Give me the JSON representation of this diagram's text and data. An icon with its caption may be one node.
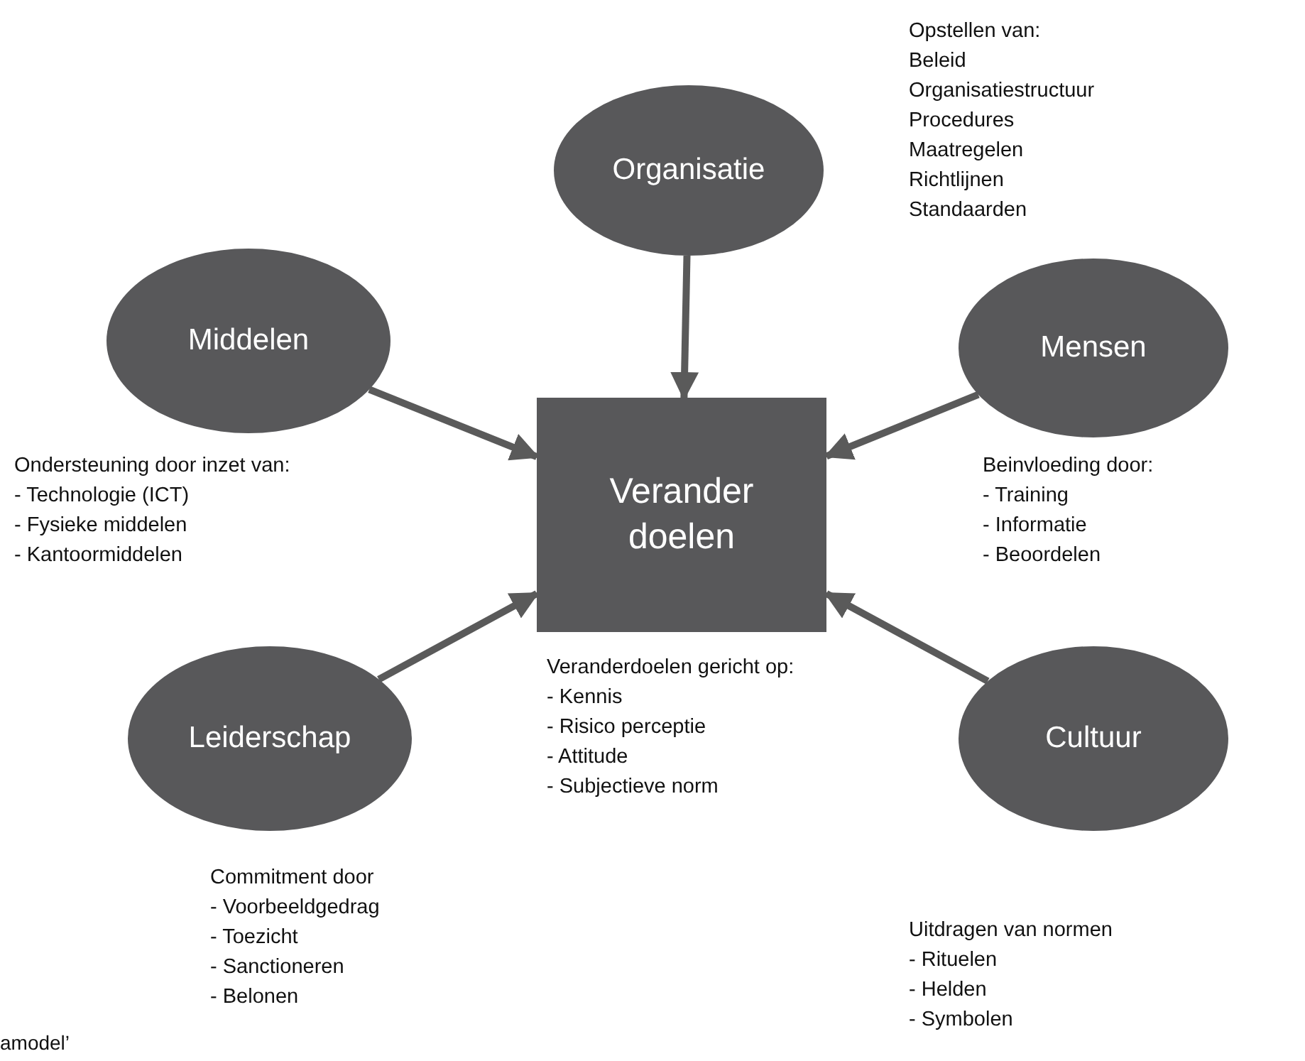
{
  "diagram": {
    "nodes": [
      {
        "text": [
          "Organisatie"
        ],
        "beside": [
          "Opstellen van:",
          "Beleid",
          "Organisatiestructuur",
          "Procedures",
          "Maatregelen",
          "Richtlijnen",
          "Standaarden"
        ]
      },
      {
        "text": [
          "Middelen"
        ],
        "beside": [
          "Ondersteuning door inzet van:",
          "- Technologie (ICT)",
          "- Fysieke middelen",
          "- Kantoormiddelen"
        ]
      },
      {
        "text": [
          "Mensen"
        ],
        "beside": [
          "Beinvloeding door:",
          "- Training",
          "- Informatie",
          "- Beoordelen"
        ]
      },
      {
        "text": [
          "Verander doelen"
        ],
        "beside": [
          "Veranderdoelen gericht op:",
          "- Kennis",
          "- Risico perceptie",
          "- Attitude",
          "- Subjectieve norm"
        ]
      },
      {
        "text": [
          "Leiderschap"
        ],
        "beside": [
          "Commitment door",
          "- Voorbeeldgedrag",
          "- Toezicht",
          "- Sanctioneren",
          "- Belonen"
        ]
      },
      {
        "text": [
          "Cultuur"
        ],
        "beside": [
          "Uitdragen van normen",
          "- Rituelen",
          "- Helden",
          "- Symbolen"
        ]
      }
    ],
    "edges": [
      {
        "from": 0,
        "to": 3,
        "arrow": "to"
      },
      {
        "from": 1,
        "to": 3,
        "arrow": "to"
      },
      {
        "from": 2,
        "to": 3,
        "arrow": "to"
      },
      {
        "from": 4,
        "to": 3,
        "arrow": "to"
      },
      {
        "from": 5,
        "to": 3,
        "arrow": "to"
      }
    ],
    "labels": [
      "amodel’"
    ]
  }
}
